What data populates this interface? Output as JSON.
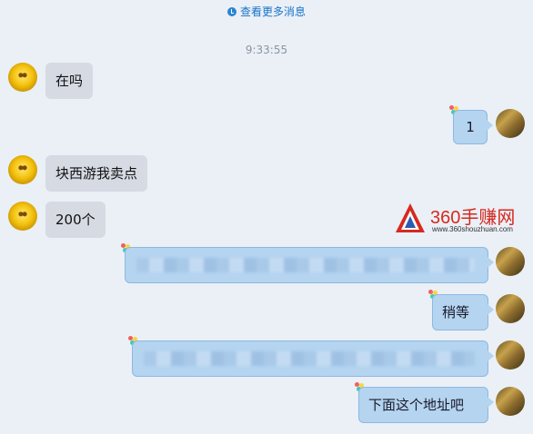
{
  "header": {
    "more_messages": "查看更多消息"
  },
  "timestamp": "9:33:55",
  "messages": [
    {
      "side": "left",
      "text": "在吗"
    },
    {
      "side": "right",
      "text": "1"
    },
    {
      "side": "left",
      "text": "块西游我卖点"
    },
    {
      "side": "left",
      "text": "200个"
    },
    {
      "side": "right",
      "text": ""
    },
    {
      "side": "right",
      "text": "稍等"
    },
    {
      "side": "right",
      "text": ""
    },
    {
      "side": "right",
      "text": "下面这个地址吧"
    }
  ],
  "watermark": {
    "title": "360手赚网",
    "url": "www.360shouzhuan.com"
  },
  "icons": {
    "history": "clock-icon",
    "other_avatar": "yellow-creature-avatar",
    "self_avatar": "brown-photo-avatar",
    "bubble_decoration": "colorful-shapes-icon"
  }
}
